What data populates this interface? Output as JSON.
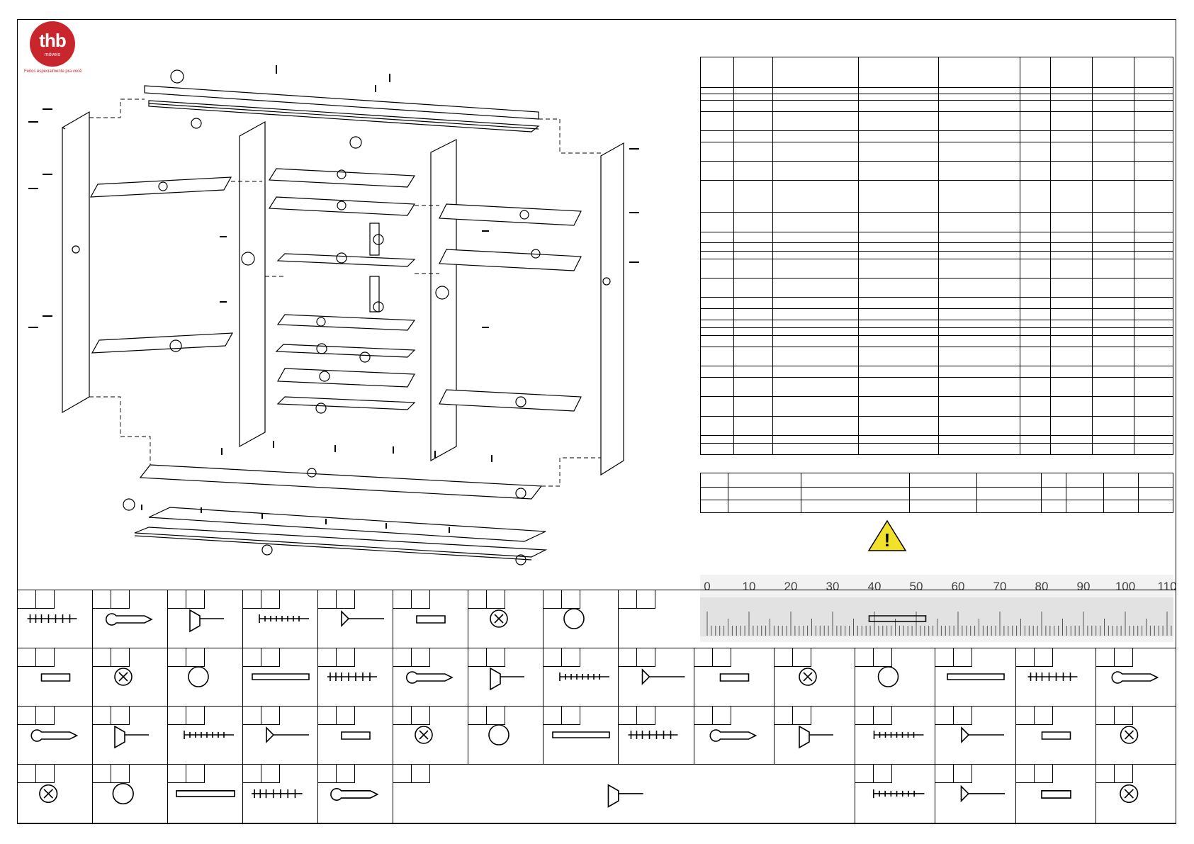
{
  "logo": {
    "brand": "thb",
    "sub": "móveis",
    "tagline": "Feitos especialmente pra você"
  },
  "warning": {
    "symbol": "!"
  },
  "ruler": {
    "ticks": [
      "0",
      "10",
      "20",
      "30",
      "40",
      "50",
      "60",
      "70",
      "80",
      "90",
      "100",
      "110"
    ]
  },
  "colors": {
    "brand_red": "#c8262c",
    "warning_yellow": "#f2e12a",
    "line": "#000000"
  }
}
